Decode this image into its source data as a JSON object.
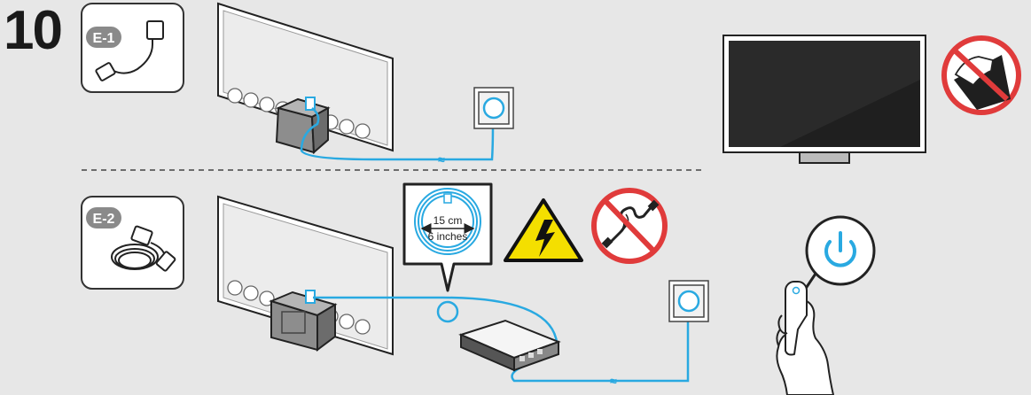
{
  "step": {
    "number": "10"
  },
  "kits": {
    "e1_label": "E-1",
    "e2_label": "E-2"
  },
  "cable_guide": {
    "length_cm": "15 cm",
    "length_in": "6 inches"
  },
  "icons": [
    "power-cable-icon",
    "wall-outlet-icon",
    "no-touch-screen-icon",
    "high-voltage-warning-icon",
    "no-bending-cable-icon",
    "power-button-icon",
    "remote-control-icon"
  ],
  "colors": {
    "cable": "#29a9e1",
    "prohibit": "#e03b3b",
    "warning": "#f4df00",
    "line": "#222222"
  }
}
